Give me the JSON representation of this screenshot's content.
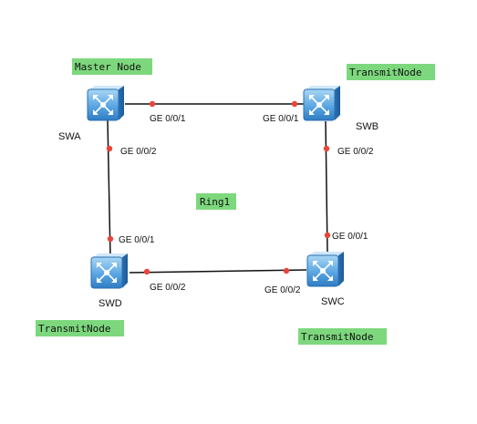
{
  "colors": {
    "tag_background": "#7dd87d",
    "link_line": "#111111",
    "port_dot": "#e8453c",
    "switch_icon_top": "#9fd0f2",
    "switch_icon_bottom": "#3d8ed3"
  },
  "icons": {
    "switch": "switch-icon"
  },
  "tags": {
    "master": "Master Node",
    "swb_role": "TransmitNode",
    "swd_role": "TransmitNode",
    "swc_role": "TransmitNode",
    "ring": "Ring1"
  },
  "devices": {
    "swa": "SWA",
    "swb": "SWB",
    "swc": "SWC",
    "swd": "SWD"
  },
  "ports": {
    "swa_right": "GE 0/0/1",
    "swb_left": "GE 0/0/1",
    "swa_down": "GE 0/0/2",
    "swb_down": "GE 0/0/2",
    "swd_up": "GE 0/0/1",
    "swc_up": "GE 0/0/1",
    "swd_right": "GE 0/0/2",
    "swc_left": "GE 0/0/2"
  }
}
